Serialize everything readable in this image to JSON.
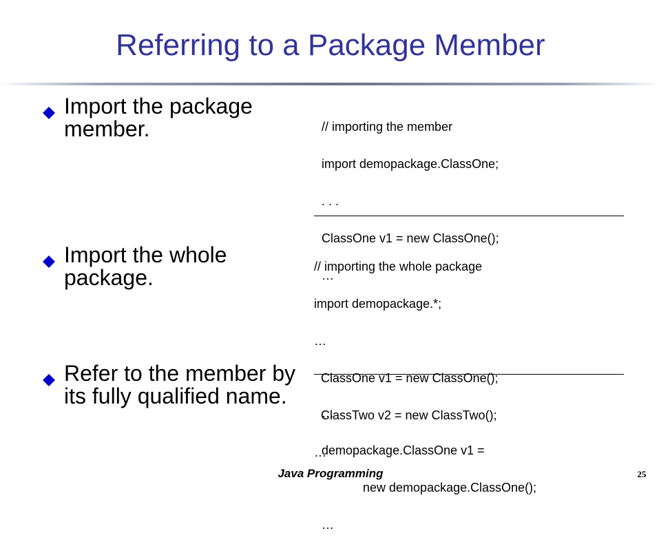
{
  "slide": {
    "title": "Referring to a Package Member",
    "footer": "Java Programming",
    "page_number": "25",
    "accent_color": "#333399",
    "bullet_color": "#0000CC"
  },
  "bullets": [
    {
      "icon": "diamond-bullet-icon",
      "text": "Import the package member."
    },
    {
      "icon": "diamond-bullet-icon",
      "text": "Import the whole package."
    },
    {
      "icon": "diamond-bullet-icon",
      "text": "Refer to the member by its fully qualified name."
    }
  ],
  "code_blocks": [
    {
      "lines": [
        "// importing the member",
        "import demopackage.ClassOne;",
        ". . .",
        "ClassOne v1 = new ClassOne();",
        "…"
      ]
    },
    {
      "lines": [
        "// importing the whole package",
        "import demopackage.*;",
        "…",
        "  ClassOne v1 = new ClassOne();",
        "  ClassTwo v2 = new ClassTwo();",
        "…"
      ]
    },
    {
      "lines": [
        "…",
        "demopackage.ClassOne v1 =",
        "            new demopackage.ClassOne();",
        "…"
      ]
    }
  ]
}
